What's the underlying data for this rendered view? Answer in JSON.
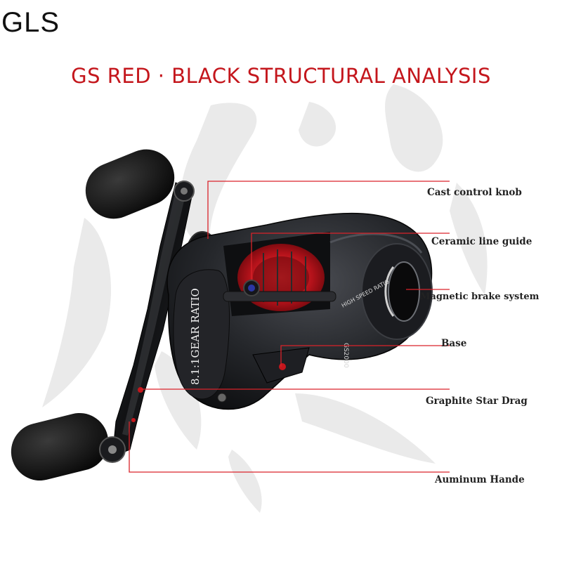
{
  "brand": "GLS",
  "headline": "GS RED · BLACK STRUCTURAL ANALYSIS",
  "reel": {
    "gear_ratio_text": "8.1:1GEAR RATIO",
    "speed_text": "HIGH SPEED RATIO",
    "model_text": "GS2000"
  },
  "callouts": [
    {
      "id": "cast-control-knob",
      "label": "Cast control knob"
    },
    {
      "id": "ceramic-line-guide",
      "label": "Ceramic line guide"
    },
    {
      "id": "magnetic-brake-system",
      "label": "Magnetic brake system"
    },
    {
      "id": "base",
      "label": "Base"
    },
    {
      "id": "graphite-star-drag",
      "label": "Graphite Star Drag"
    },
    {
      "id": "aluminum-handle",
      "label": "Auminum Hande"
    }
  ],
  "colors": {
    "accent_red": "#c4161c",
    "leader_line": "#d9232a",
    "reel_body": "#1c1d20",
    "background_calligraphy": "#e7e7e7"
  }
}
